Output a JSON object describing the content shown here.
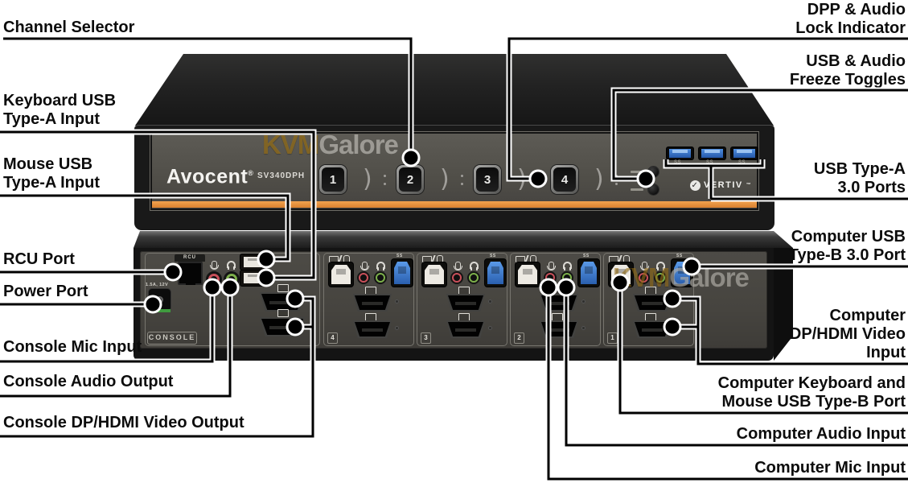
{
  "callouts": {
    "left": [
      {
        "id": "channel-selector",
        "lines": [
          "Channel Selector"
        ]
      },
      {
        "id": "keyboard-usb",
        "lines": [
          "Keyboard USB",
          "Type-A Input"
        ]
      },
      {
        "id": "mouse-usb",
        "lines": [
          "Mouse USB",
          "Type-A Input"
        ]
      },
      {
        "id": "rcu-port",
        "lines": [
          "RCU Port"
        ]
      },
      {
        "id": "power-port",
        "lines": [
          "Power Port"
        ]
      },
      {
        "id": "console-mic",
        "lines": [
          "Console Mic Input"
        ]
      },
      {
        "id": "console-audio",
        "lines": [
          "Console Audio Output"
        ]
      },
      {
        "id": "console-video",
        "lines": [
          "Console DP/HDMI Video Output"
        ]
      }
    ],
    "right": [
      {
        "id": "dpp-lock",
        "lines": [
          "DPP & Audio",
          "Lock Indicator"
        ]
      },
      {
        "id": "freeze-toggles",
        "lines": [
          "USB & Audio",
          "Freeze Toggles"
        ]
      },
      {
        "id": "usb-a-ports",
        "lines": [
          "USB Type-A",
          "3.0 Ports"
        ]
      },
      {
        "id": "computer-usb-b",
        "lines": [
          "Computer USB",
          "Type-B 3.0 Port"
        ]
      },
      {
        "id": "computer-video",
        "lines": [
          "Computer",
          "DP/HDMI Video",
          "Input"
        ]
      },
      {
        "id": "computer-kbm",
        "lines": [
          "Computer Keyboard and",
          "Mouse USB Type-B Port"
        ]
      },
      {
        "id": "computer-audio",
        "lines": [
          "Computer Audio Input"
        ]
      },
      {
        "id": "computer-mic",
        "lines": [
          "Computer Mic Input"
        ]
      }
    ]
  },
  "device": {
    "brand": "Avocent",
    "brand_reg": "®",
    "model": "SV340DPH",
    "vertiv_logo": "VERTIV",
    "vertiv_tm": "™",
    "vertiv_check": "✓",
    "front": {
      "buttons": [
        "1",
        "2",
        "3",
        "4"
      ],
      "indicator_mark": ")"
    },
    "rear": {
      "console_label": "CONSOLE",
      "rcu_label": "RCU",
      "power_label": "1.5A, 12V",
      "sections": [
        "4",
        "3",
        "2",
        "1"
      ]
    },
    "icons": {
      "usb3_label": "SS"
    },
    "colors": {
      "accent_orange": "#e8923f",
      "usb3_blue": "#2f6fc4",
      "mic_pink": "#c9505a",
      "audio_green": "#7db04b"
    }
  },
  "watermark": {
    "part1": "KVM",
    "part2": "Galore"
  }
}
